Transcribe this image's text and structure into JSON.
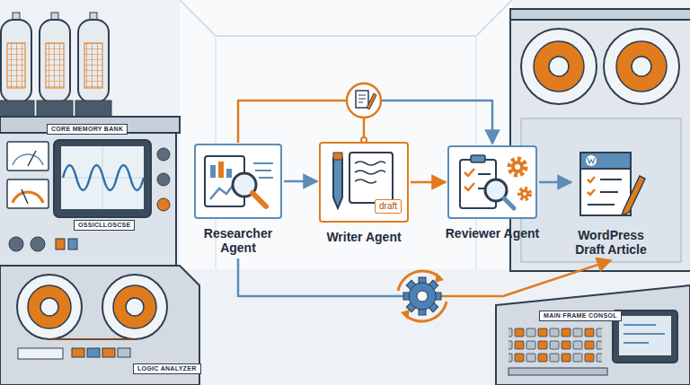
{
  "diagram": {
    "nodes": [
      {
        "text": [
          "Researcher Agent"
        ]
      },
      {
        "text": [
          "draft",
          "Writer Agent"
        ]
      },
      {
        "text": [
          "Reviewer Agent"
        ]
      },
      {
        "text": [
          "WordPress Draft Article"
        ]
      }
    ],
    "edges": [
      {
        "from": 0,
        "to": 1,
        "arrow": "to"
      },
      {
        "from": 1,
        "to": 2,
        "arrow": "to"
      },
      {
        "from": 2,
        "to": 3,
        "arrow": "to"
      },
      {
        "from": 0,
        "to": 2,
        "arrow": "to"
      },
      {
        "from": 0,
        "to": 3,
        "arrow": "to"
      }
    ],
    "labels": [
      "CORE MEMORY BANK",
      "OSSICLLOSCSE",
      "LOGIC ANALYZER",
      "MAIN FRAME CONSOL"
    ]
  }
}
